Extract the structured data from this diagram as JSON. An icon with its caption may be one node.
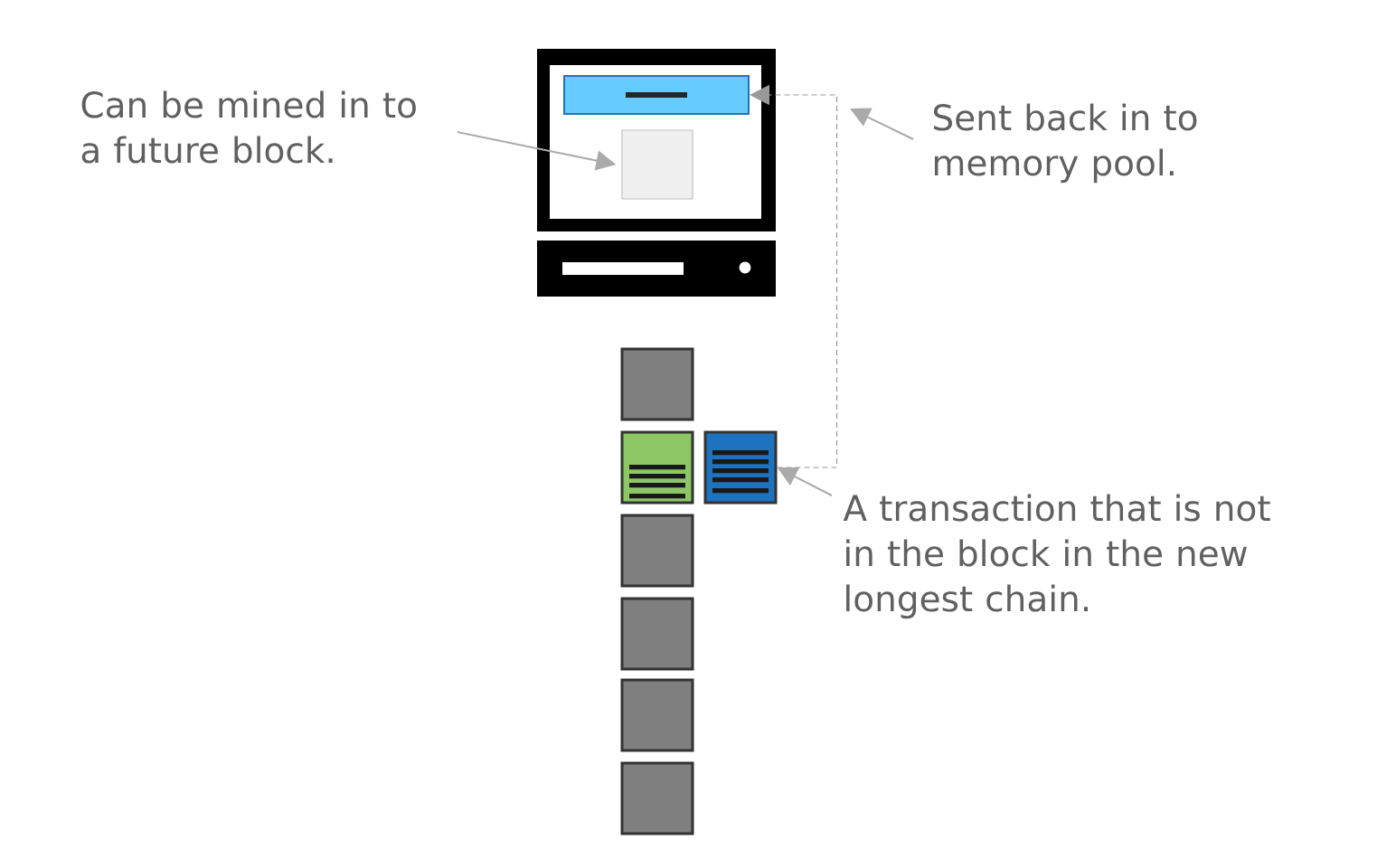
{
  "diagram": {
    "nodes": [
      {
        "text": [],
        "shape": "computer"
      },
      {
        "text": [],
        "shape": "bar",
        "in": 0
      },
      {
        "text": [],
        "shape": "box",
        "in": 0
      },
      {
        "text": [
          "Can be mined in to a future block."
        ]
      },
      {
        "text": [
          "Sent back in to memory pool."
        ]
      },
      {
        "text": [],
        "shape": "box"
      },
      {
        "text": [],
        "shape": "box"
      },
      {
        "text": [],
        "shape": "box"
      },
      {
        "text": [],
        "shape": "box"
      },
      {
        "text": [],
        "shape": "box"
      },
      {
        "text": [],
        "shape": "box"
      },
      {
        "text": [],
        "shape": "box"
      },
      {
        "text": [
          "A transaction that is not in the block in the new longest chain."
        ]
      }
    ],
    "edges": [
      {
        "from": 3,
        "to": 2,
        "arrow": "to"
      },
      {
        "from": 4,
        "to": null,
        "arrow": "to"
      },
      {
        "from": 7,
        "to": 1,
        "arrow": "to",
        "style": "dashed"
      },
      {
        "from": 12,
        "to": 7,
        "arrow": "to"
      }
    ]
  }
}
